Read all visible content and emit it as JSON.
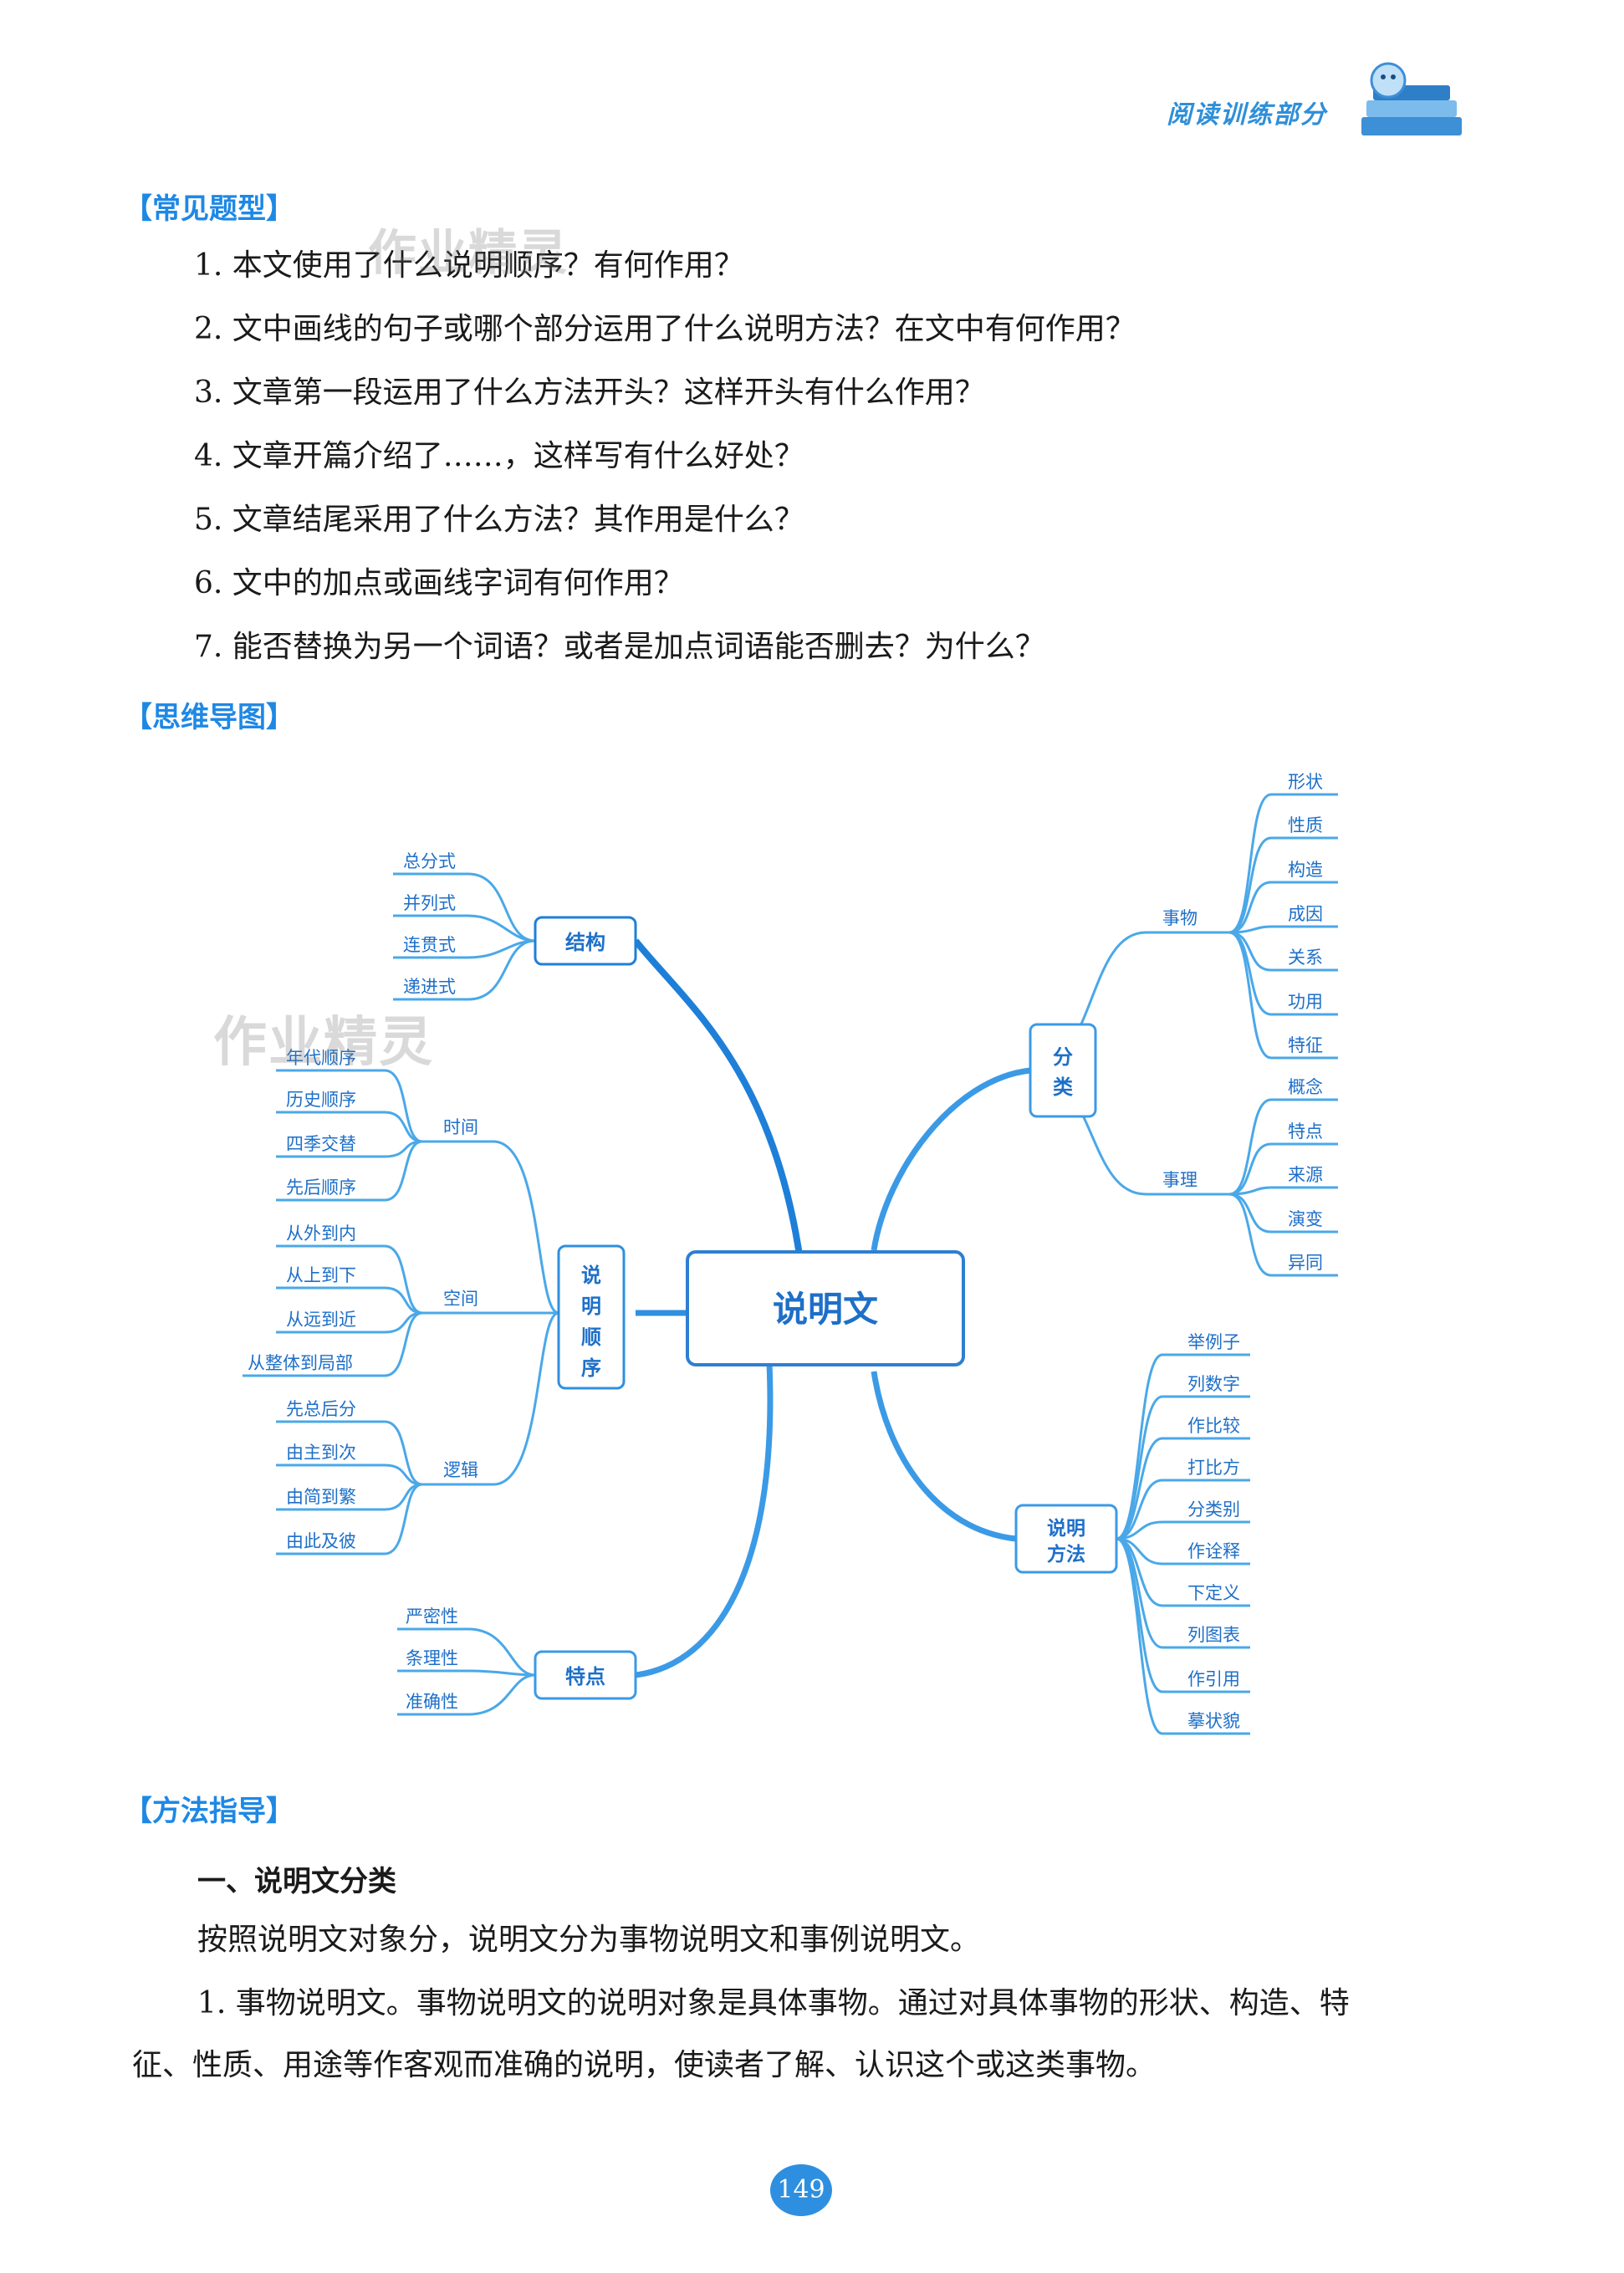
{
  "header": {
    "title": "阅读训练部分"
  },
  "common_questions": {
    "heading": "【常见题型】",
    "items": [
      "1. 本文使用了什么说明顺序？有何作用？",
      "2. 文中画线的句子或哪个部分运用了什么说明方法？在文中有何作用？",
      "3. 文章第一段运用了什么方法开头？这样开头有什么作用？",
      "4. 文章开篇介绍了……，这样写有什么好处？",
      "5. 文章结尾采用了什么方法？其作用是什么？",
      "6. 文中的加点或画线字词有何作用？",
      "7. 能否替换为另一个词语？或者是加点词语能否删去？为什么？"
    ]
  },
  "mindmap": {
    "heading": "【思维导图】",
    "center": "说明文",
    "structure": {
      "label": "结构",
      "items": [
        "总分式",
        "并列式",
        "连贯式",
        "递进式"
      ]
    },
    "order": {
      "label": "说明顺序",
      "time": {
        "label": "时间",
        "items": [
          "年代顺序",
          "历史顺序",
          "四季交替",
          "先后顺序"
        ]
      },
      "space": {
        "label": "空间",
        "items": [
          "从外到内",
          "从上到下",
          "从远到近",
          "从整体到局部"
        ]
      },
      "logic": {
        "label": "逻辑",
        "items": [
          "先总后分",
          "由主到次",
          "由简到繁",
          "由此及彼"
        ]
      }
    },
    "features": {
      "label": "特点",
      "items": [
        "严密性",
        "条理性",
        "准确性"
      ]
    },
    "classification": {
      "label": "分类",
      "thing": {
        "label": "事物",
        "items": [
          "形状",
          "性质",
          "构造",
          "成因",
          "关系",
          "功用",
          "特征"
        ]
      },
      "reason": {
        "label": "事理",
        "items": [
          "概念",
          "特点",
          "来源",
          "演变",
          "异同"
        ]
      }
    },
    "methods": {
      "label": "说明方法",
      "items": [
        "举例子",
        "列数字",
        "作比较",
        "打比方",
        "分类别",
        "作诠释",
        "下定义",
        "列图表",
        "作引用",
        "摹状貌"
      ]
    }
  },
  "method_guide": {
    "heading": "【方法指导】",
    "subheading": "一、说明文分类",
    "para1": "按照说明文对象分，说明文分为事物说明文和事例说明文。",
    "para2_line1": "1. 事物说明文。事物说明文的说明对象是具体事物。通过对具体事物的形状、构造、特",
    "para2_line2": "征、性质、用途等作客观而准确的说明，使读者了解、认识这个或这类事物。"
  },
  "page_number": "149",
  "watermark": "作业精灵",
  "colors": {
    "accent": "#1e88e5",
    "branch": "#4aa8e8",
    "center_border": "#2f7fd0"
  }
}
